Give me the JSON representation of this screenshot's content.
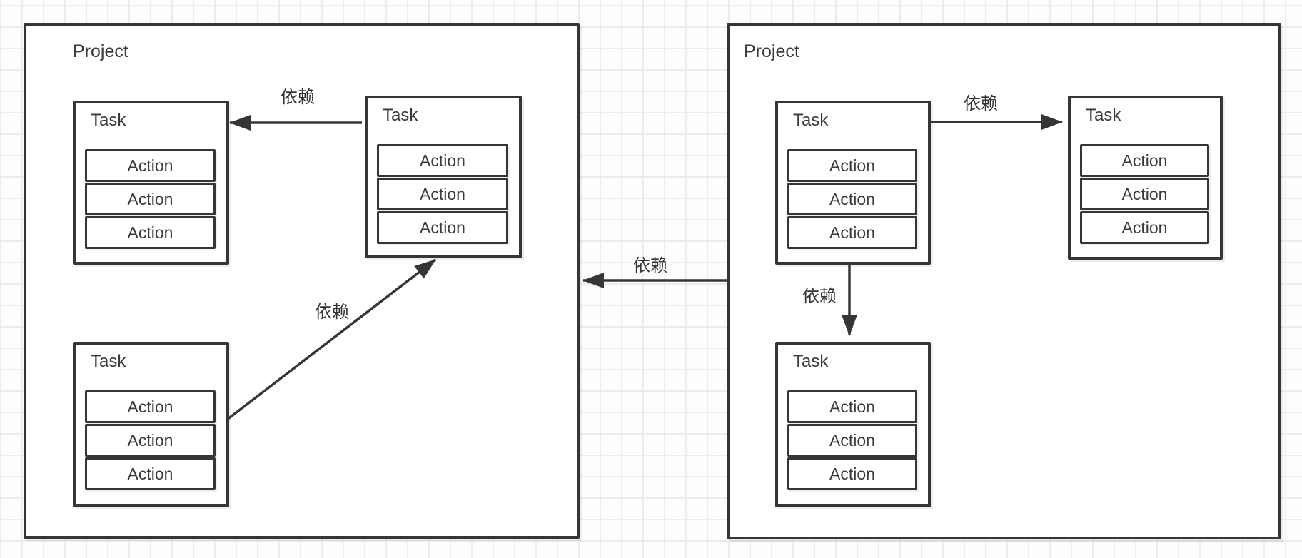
{
  "diagram": {
    "background_color": "#fdfdfd",
    "grid_line_color": "#ececec",
    "stroke_color": "#363636",
    "text_color": "#3a3a3a",
    "projects": [
      {
        "label": "Project",
        "tasks": [
          {
            "title": "Task",
            "actions": [
              "Action",
              "Action",
              "Action"
            ]
          },
          {
            "title": "Task",
            "actions": [
              "Action",
              "Action",
              "Action"
            ]
          },
          {
            "title": "Task",
            "actions": [
              "Action",
              "Action",
              "Action"
            ]
          }
        ]
      },
      {
        "label": "Project",
        "tasks": [
          {
            "title": "Task",
            "actions": [
              "Action",
              "Action",
              "Action"
            ]
          },
          {
            "title": "Task",
            "actions": [
              "Action",
              "Action",
              "Action"
            ]
          },
          {
            "title": "Task",
            "actions": [
              "Action",
              "Action",
              "Action"
            ]
          }
        ]
      }
    ],
    "arrows": [
      {
        "id": "left-top-right-task-to-left-top-left-task",
        "label": "依赖"
      },
      {
        "id": "left-bottom-task-to-left-top-right-task",
        "label": "依赖"
      },
      {
        "id": "right-project-to-left-project",
        "label": "依赖"
      },
      {
        "id": "right-top-left-task-to-right-top-right-task",
        "label": "依赖"
      },
      {
        "id": "right-top-left-task-to-right-bottom-task",
        "label": "依赖"
      }
    ]
  }
}
